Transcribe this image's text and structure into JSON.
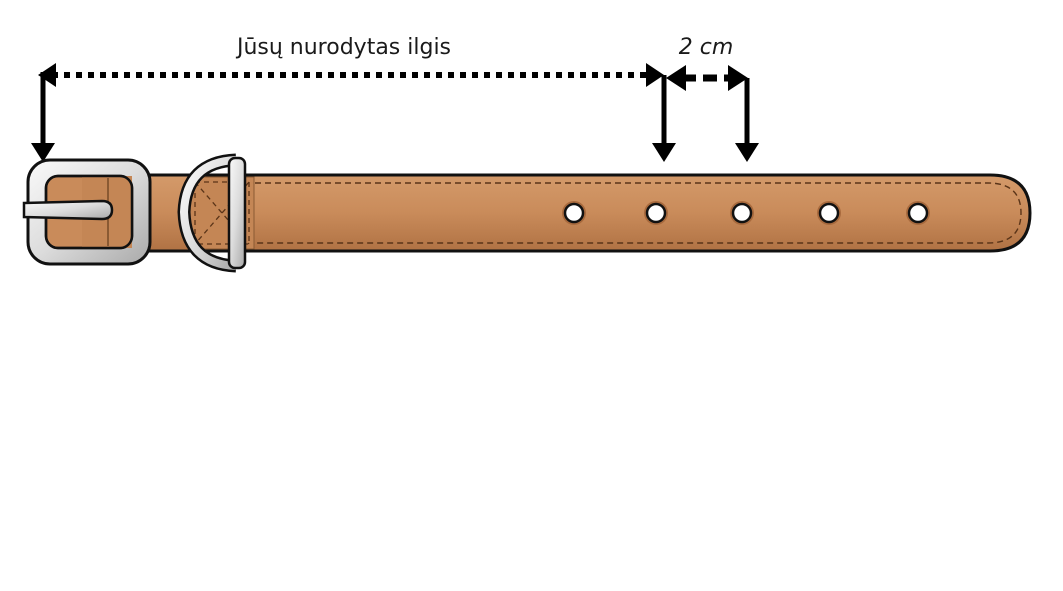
{
  "labels": {
    "specified_length": "Jūsų nurodytas ilgis",
    "increment": "2 cm"
  },
  "colors": {
    "leather": "#c98b5a",
    "leather_shadow": "#a86a3d",
    "leather_light": "#d9a47a",
    "outline": "#111111",
    "metal": "#e4e4e4",
    "metal_shade": "#b9b9b9",
    "stitch": "#5a3418",
    "arrow": "#000000"
  },
  "collar": {
    "hole_count": 5
  }
}
